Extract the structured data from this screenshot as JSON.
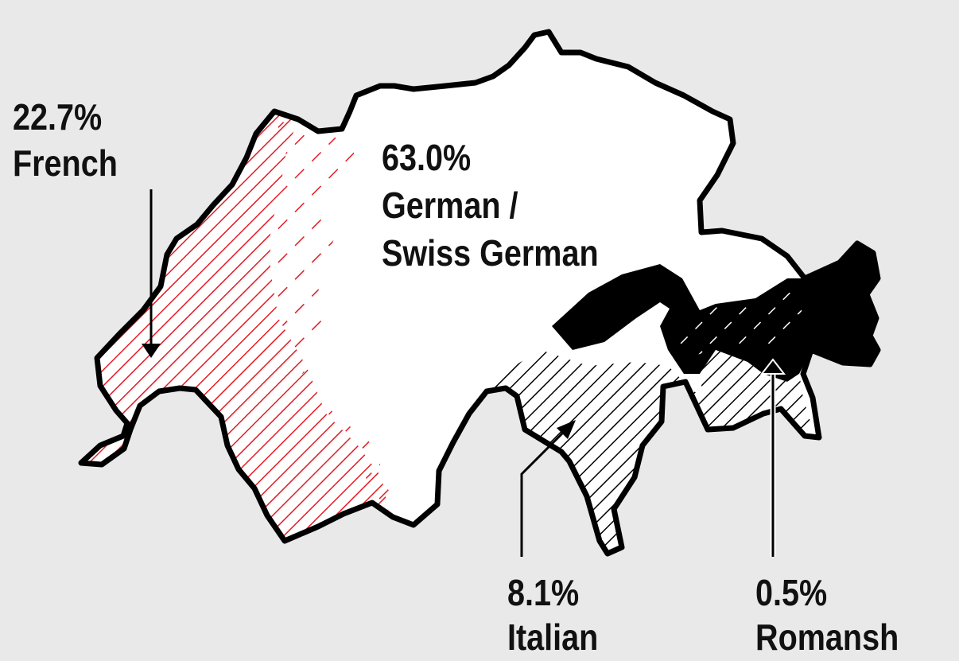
{
  "colors": {
    "background": "#e9e9ea",
    "outline": "#000000",
    "land": "#ffffff",
    "french_hatch": "#e31b23",
    "italian_hatch": "#000000",
    "romansh_fill": "#000000",
    "text": "#111111"
  },
  "regions": [
    {
      "id": "french",
      "percent": "22.7%",
      "language": "French",
      "style": "red diagonal hatch"
    },
    {
      "id": "german",
      "percent": "63.0%",
      "language_line1": "German /",
      "language_line2": "Swiss German",
      "style": "white fill"
    },
    {
      "id": "italian",
      "percent": "8.1%",
      "language": "Italian",
      "style": "black diagonal hatch"
    },
    {
      "id": "romansh",
      "percent": "0.5%",
      "language": "Romansh",
      "style": "solid black fill"
    }
  ]
}
